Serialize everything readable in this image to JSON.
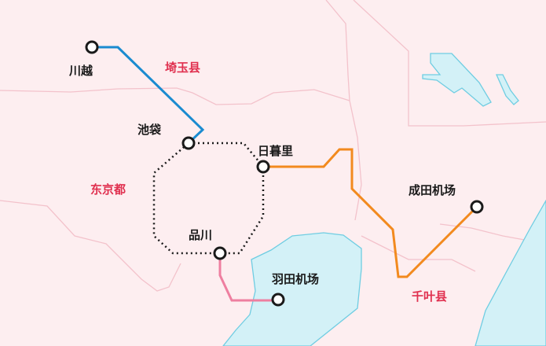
{
  "colors": {
    "land": "#fdeef0",
    "border": "#f3c2cb",
    "water": "#d3f1f7",
    "water_edge": "#6fcde2",
    "prefecture_label": "#e0304f",
    "station_fill": "#ffffff",
    "station_stroke": "#1a1a1a"
  },
  "prefectures": {
    "saitama": "埼玉县",
    "tokyo": "东京都",
    "chiba": "千叶县"
  },
  "stations": {
    "kawagoe": "川越",
    "ikebukuro": "池袋",
    "nippori": "日暮里",
    "shinagawa": "品川",
    "haneda": "羽田机场",
    "narita": "成田机场"
  },
  "lines": {
    "kawagoe_line": {
      "color": "#1a8bd0",
      "from": "川越",
      "to": "池袋"
    },
    "yamanote_loop": {
      "color": "#1a1a1a",
      "style": "dotted"
    },
    "narita_line": {
      "color": "#f28a1e",
      "from": "日暮里",
      "to": "成田机场"
    },
    "haneda_line": {
      "color": "#ee7fa0",
      "from": "品川",
      "to": "羽田机场"
    }
  }
}
